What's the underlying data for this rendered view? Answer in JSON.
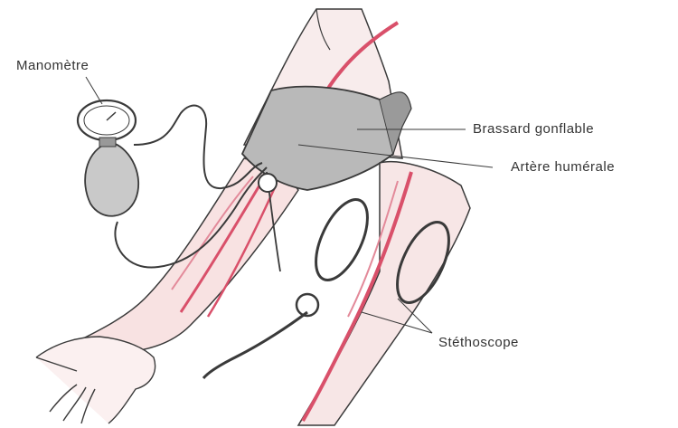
{
  "labels": {
    "manometer": "Manomètre",
    "cuff": "Brassard gonflable",
    "artery": "Artère humérale",
    "stethoscope": "Stéthoscope"
  },
  "colors": {
    "artery": "#d9506a",
    "skin": "#f7e6e6",
    "outline": "#3a3a3a",
    "cuff": "#b9b9b9"
  }
}
